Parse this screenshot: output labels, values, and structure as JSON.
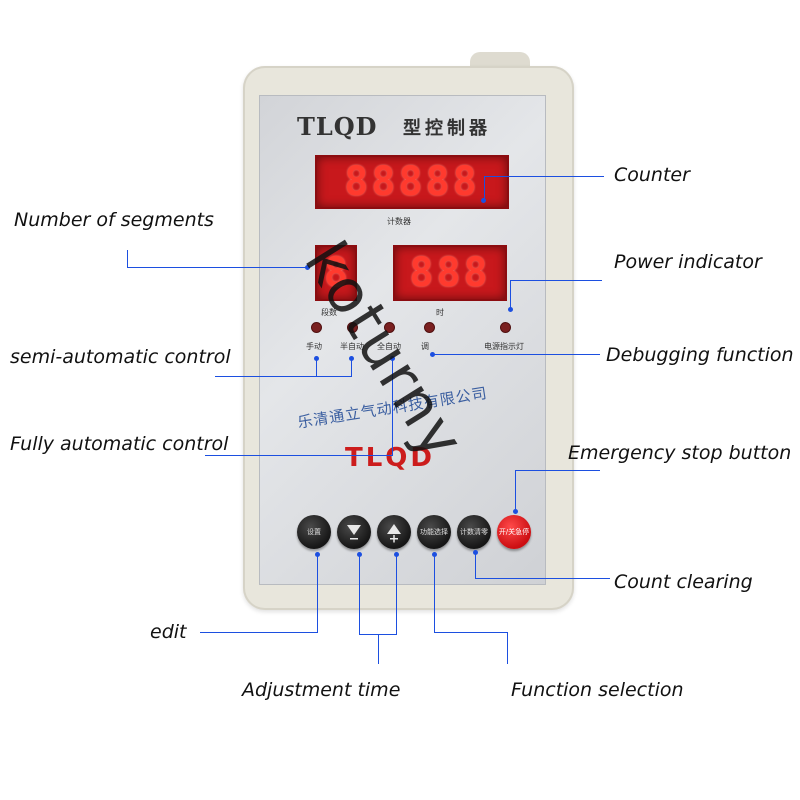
{
  "device": {
    "title": "TLQD",
    "subtitle": "型控制器",
    "counter_display": "88888",
    "segments_display": "8",
    "time_display": "888",
    "counter_label": "计数器",
    "segments_label": "段数",
    "time_label": "时",
    "company": "乐清通立气动科技有限公司",
    "logo": "TLQD",
    "indicators": [
      "手动",
      "半自动",
      "全自动",
      "调",
      "电源指示灯"
    ],
    "buttons": [
      "设置",
      "",
      "",
      "功能选择",
      "计数清零",
      "开/关急停"
    ]
  },
  "callouts": {
    "counter": "Counter",
    "segments": "Number of segments",
    "power": "Power indicator",
    "semi_auto": "semi-automatic control",
    "debug": "Debugging function",
    "full_auto": "Fully automatic control",
    "estop": "Emergency stop button",
    "count_clear": "Count clearing",
    "edit": "edit",
    "adjust_time": "Adjustment time",
    "function_select": "Function selection"
  },
  "watermark": "koturny",
  "colors": {
    "led": "#c8181c",
    "callout_line": "#1c4fe0",
    "logo": "#cc1c1c",
    "company": "#3a5ea0"
  }
}
